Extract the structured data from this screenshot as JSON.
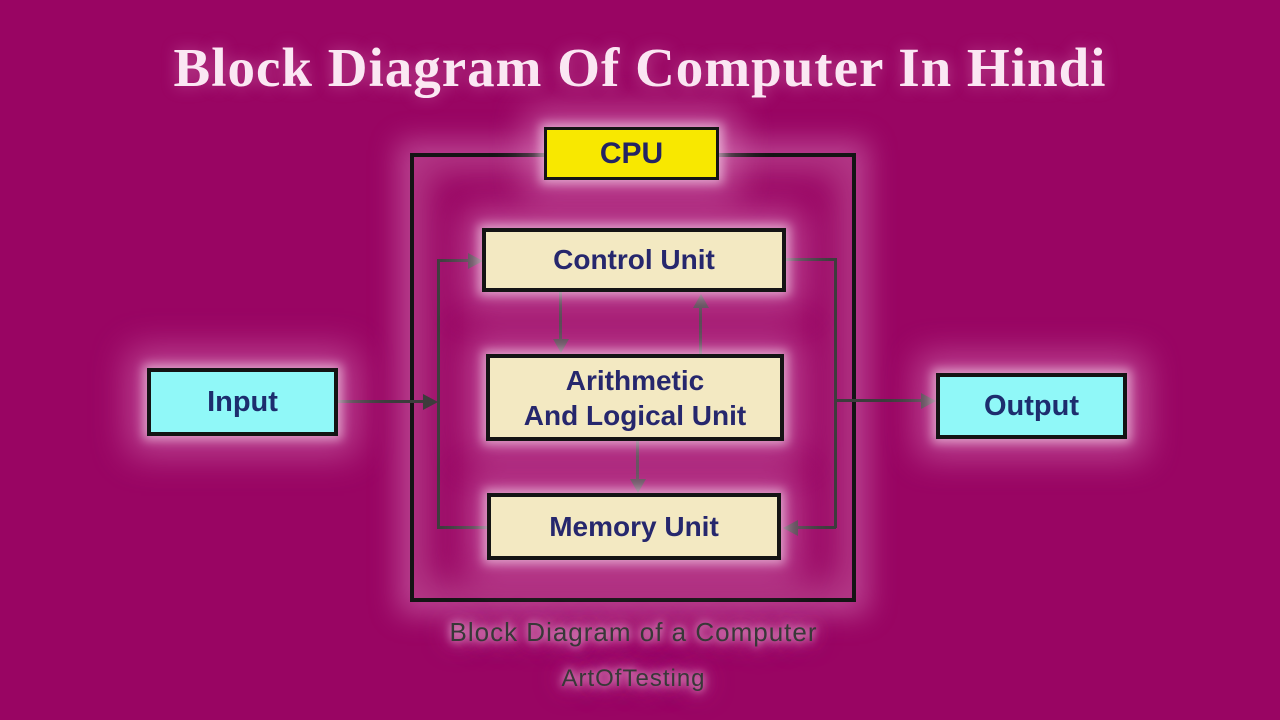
{
  "title": "Block Diagram Of Computer In Hindi",
  "diagram": {
    "cpu_label": "CPU",
    "nodes": {
      "control_unit": "Control Unit",
      "alu_line1": "Arithmetic",
      "alu_line2": "And Logical Unit",
      "memory_unit": "Memory Unit",
      "input": "Input",
      "output": "Output"
    },
    "caption": "Block Diagram of a Computer",
    "watermark": "ArtOfTesting",
    "colors": {
      "background": "#990563",
      "cpu_fill": "#f8e800",
      "unit_fill": "#f3e9c2",
      "io_fill": "#90f8f8",
      "box_text": "#26276d",
      "box_border": "#141414",
      "connector_line": "#3c3c3c",
      "title_text": "#fbe7f3",
      "caption_text": "#383838"
    }
  }
}
